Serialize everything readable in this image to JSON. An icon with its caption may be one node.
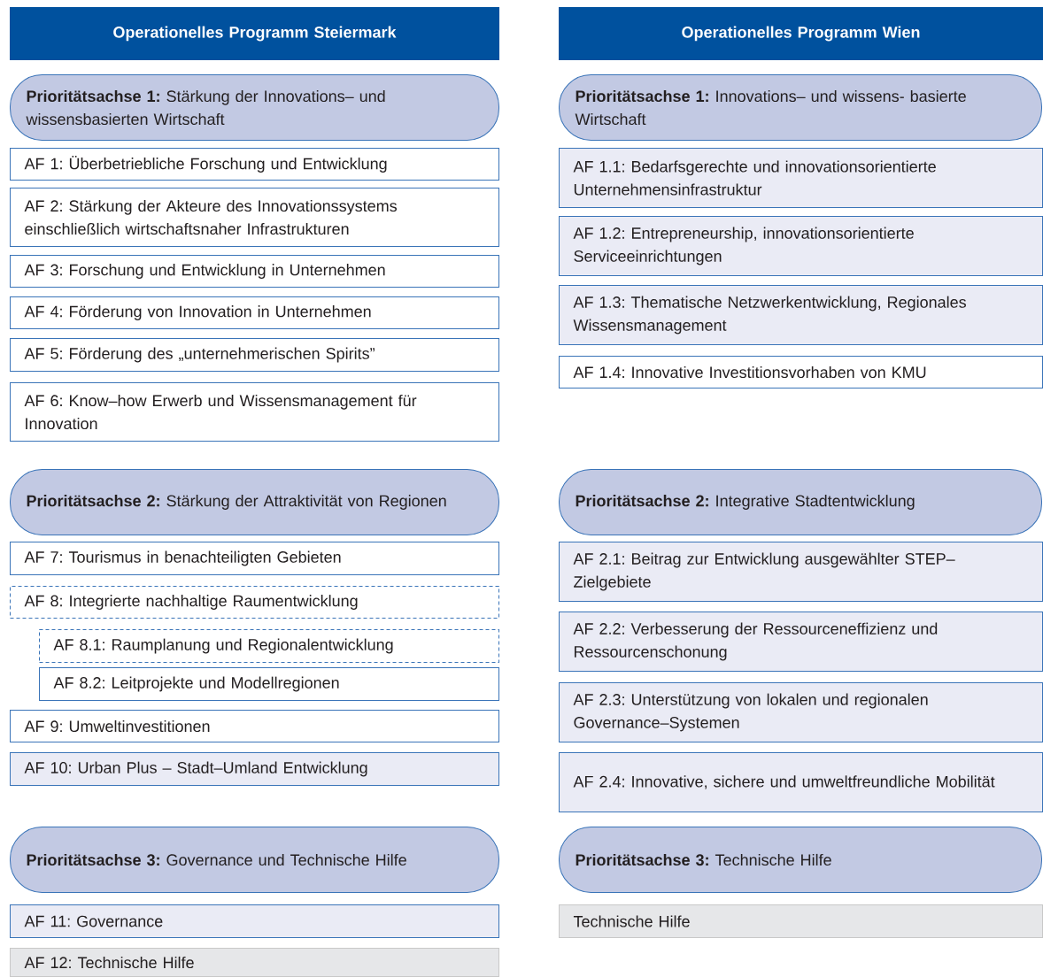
{
  "diagram": {
    "nodes": [
      {
        "text": [
          "Operationelles Programm Steiermark"
        ]
      },
      {
        "text": [
          "Prioritätsachse 1:",
          "Stärkung der Innovations– und wissensbasierten Wirtschaft"
        ]
      },
      {
        "text": [
          "AF 1:",
          "Überbetriebliche Forschung und Entwicklung"
        ]
      },
      {
        "text": [
          "AF 2:",
          "Stärkung der Akteure des Innovationssystems einschließlich wirtschaftsnaher Infrastrukturen"
        ]
      },
      {
        "text": [
          "AF 3:",
          "Forschung und Entwicklung in Unternehmen"
        ]
      },
      {
        "text": [
          "AF 4:",
          "Förderung von Innovation in Unternehmen"
        ]
      },
      {
        "text": [
          "AF 5:",
          "Förderung des „unternehmerischen Spirits”"
        ]
      },
      {
        "text": [
          "AF 6:",
          "Know–how Erwerb und Wissensmanagement für Innovation"
        ]
      },
      {
        "text": [
          "Prioritätsachse 2:",
          "Stärkung der Attraktivität von Regionen"
        ]
      },
      {
        "text": [
          "AF 7:",
          "Tourismus in benachteiligten Gebieten"
        ]
      },
      {
        "text": [
          "AF 8:",
          "Integrierte nachhaltige Raumentwicklung"
        ]
      },
      {
        "text": [
          "AF 8.1:",
          "Raumplanung und Regionalentwicklung"
        ]
      },
      {
        "text": [
          "AF 8.2:",
          "Leitprojekte und Modellregionen"
        ]
      },
      {
        "text": [
          "AF 9:",
          "Umweltinvestitionen"
        ]
      },
      {
        "text": [
          "AF 10:",
          "Urban Plus – Stadt–Umland Entwicklung"
        ]
      },
      {
        "text": [
          "Prioritätsachse 3:",
          "Governance und Technische Hilfe"
        ]
      },
      {
        "text": [
          "AF 11:",
          "Governance"
        ]
      },
      {
        "text": [
          "AF 12:",
          "Technische Hilfe"
        ]
      },
      {
        "text": [
          "Operationelles Programm Wien"
        ]
      },
      {
        "text": [
          "Prioritätsachse 1:",
          "Innovations– und wissens- basierte Wirtschaft"
        ]
      },
      {
        "text": [
          "AF 1.1:",
          "Bedarfsgerechte und innovationsorientierte Unternehmensinfrastruktur"
        ]
      },
      {
        "text": [
          "AF 1.2:",
          "Entrepreneurship, innovationsorientierte Serviceeinrichtungen"
        ]
      },
      {
        "text": [
          "AF 1.3:",
          "Thematische Netzwerkentwicklung, Regionales Wissensmanagement"
        ]
      },
      {
        "text": [
          "AF 1.4:",
          "Innovative Investitionsvorhaben von KMU"
        ]
      },
      {
        "text": [
          "Prioritätsachse 2:",
          "Integrative Stadtentwicklung"
        ]
      },
      {
        "text": [
          "AF 2.1:",
          "Beitrag zur Entwicklung ausgewählter STEP– Zielgebiete"
        ]
      },
      {
        "text": [
          "AF 2.2:",
          "Verbesserung der Ressourceneffizienz und Ressourcenschonung"
        ]
      },
      {
        "text": [
          "AF 2.3:",
          "Unterstützung von lokalen und regionalen Governance–Systemen"
        ]
      },
      {
        "text": [
          "AF 2.4:",
          "Innovative, sichere und umweltfreundliche Mobilität"
        ]
      },
      {
        "text": [
          "Prioritätsachse 3:",
          "Technische Hilfe"
        ]
      },
      {
        "text": [
          "Technische Hilfe"
        ]
      }
    ]
  }
}
